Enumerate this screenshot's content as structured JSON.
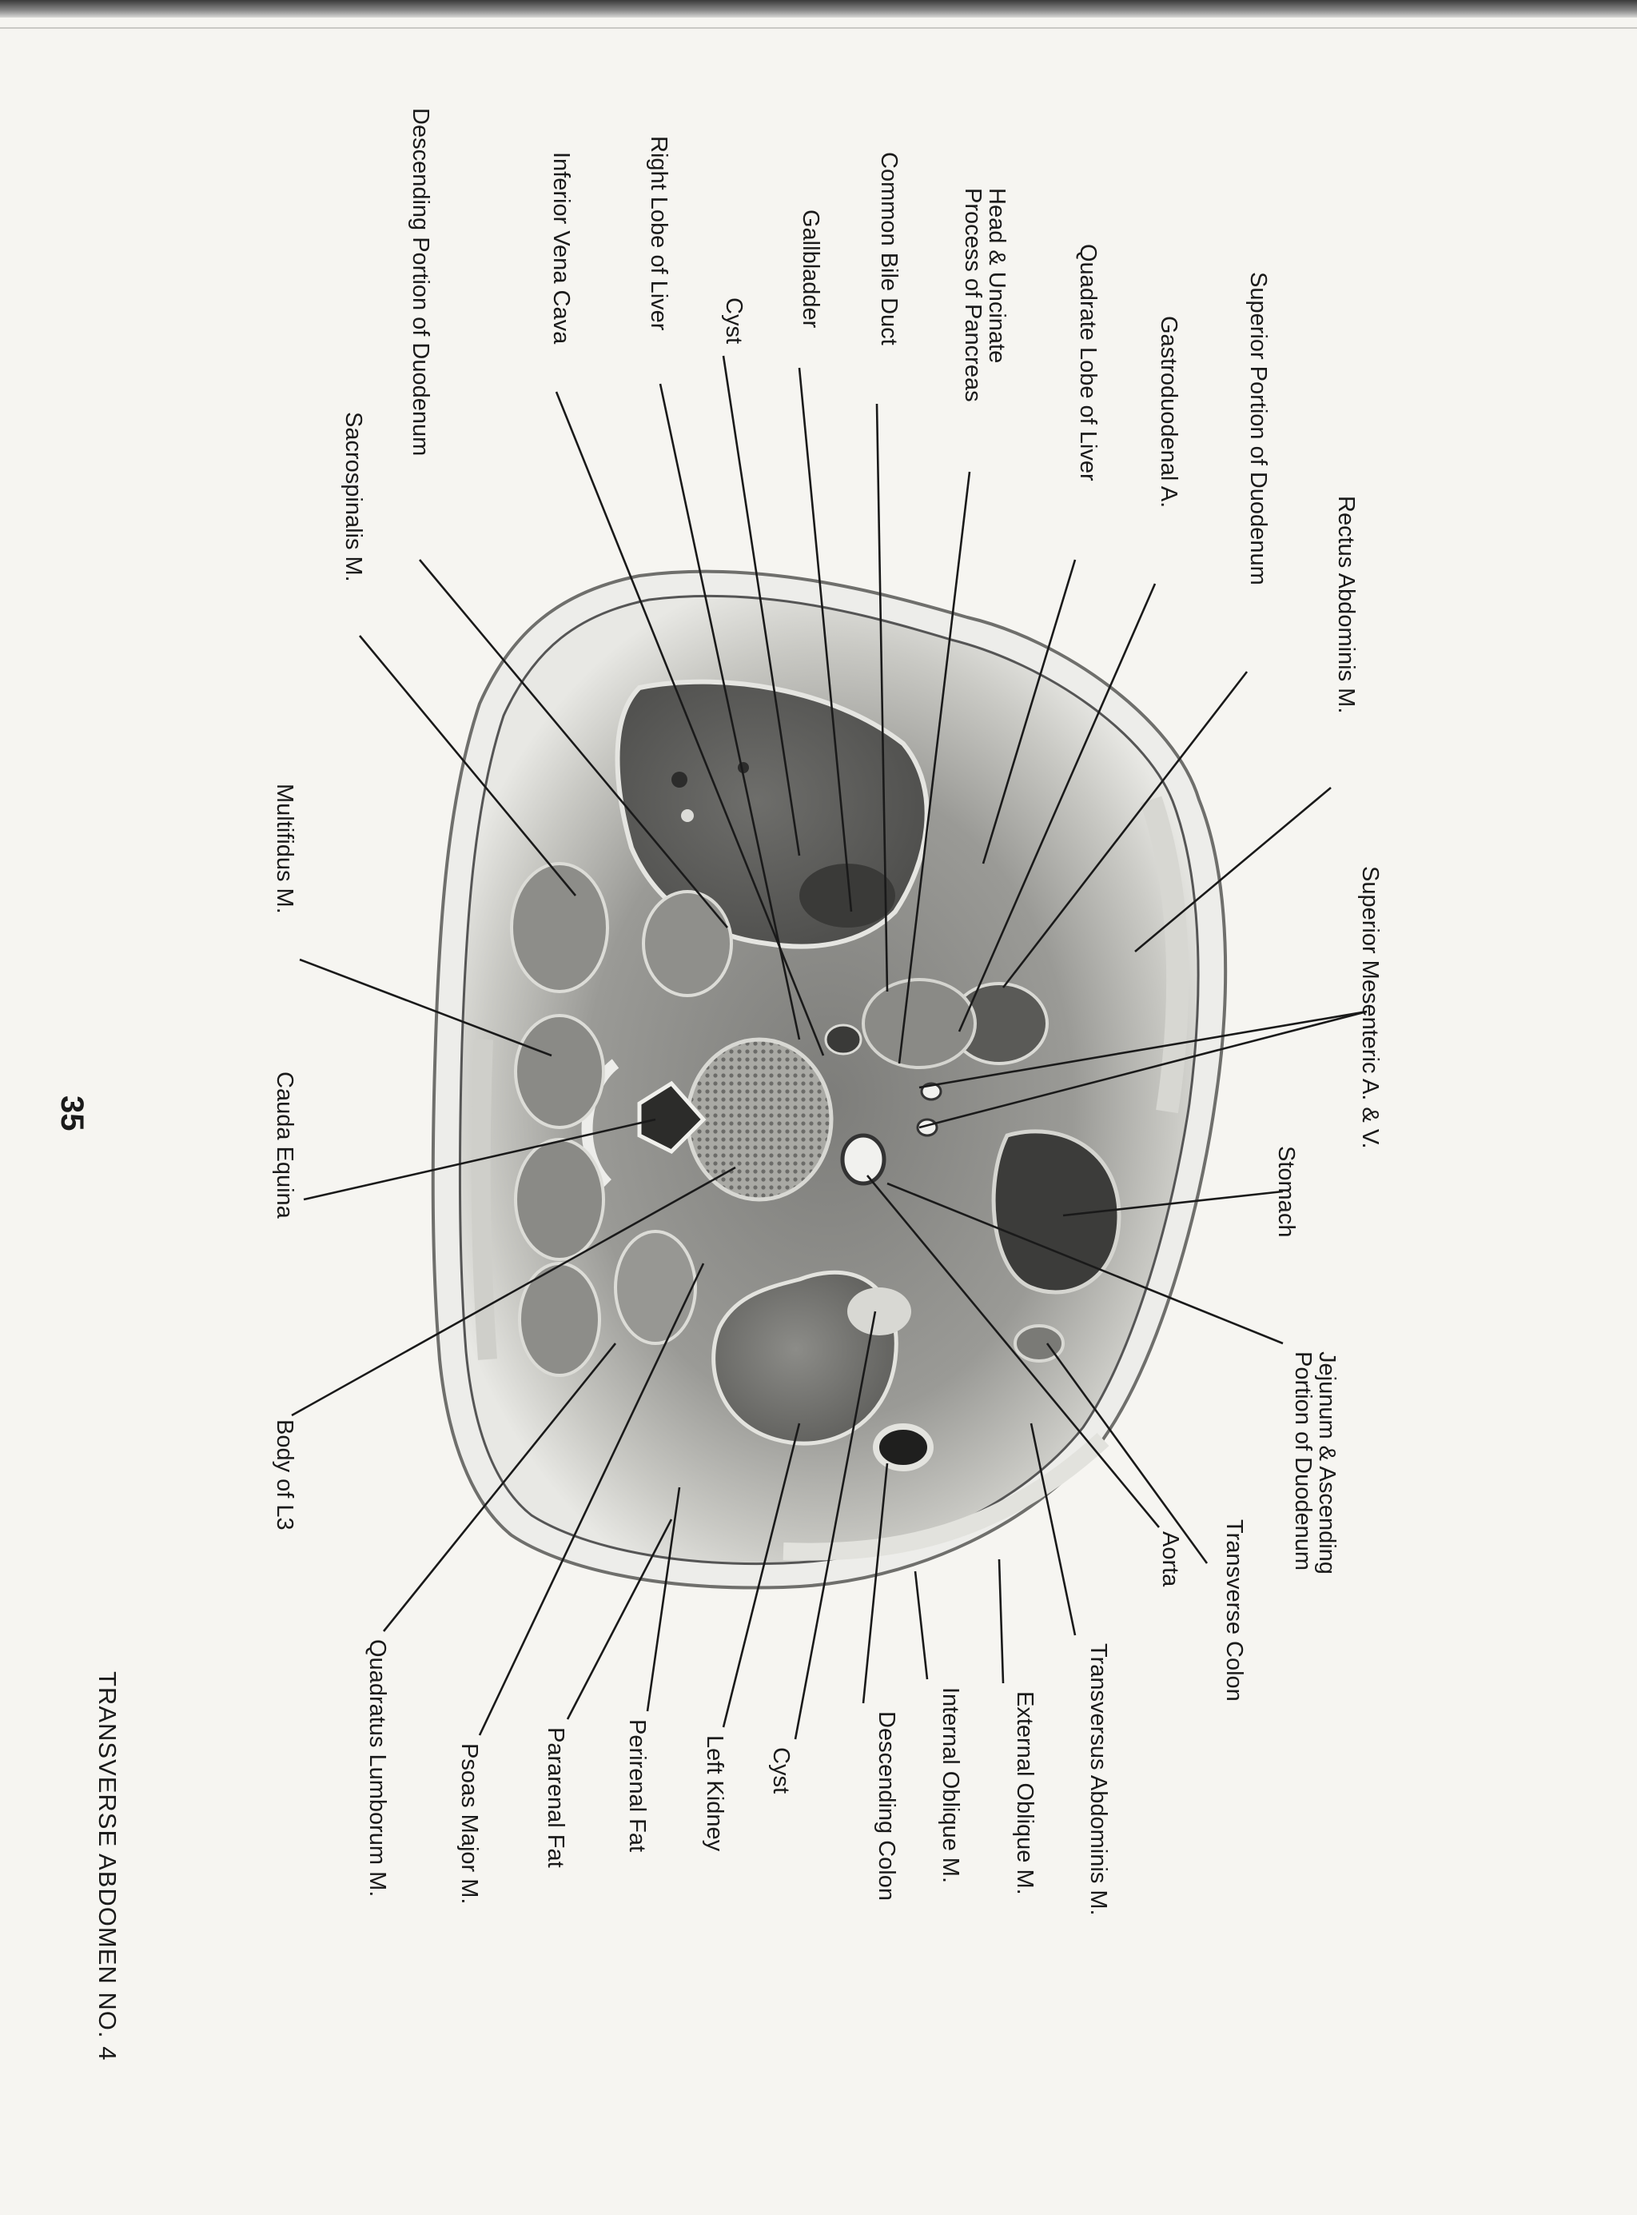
{
  "labels": {
    "rectus_abdominis": "Rectus Abdominis M.",
    "superior_portion_duodenum": "Superior Portion of Duodenum",
    "gastroduodenal_a": "Gastroduodenal A.",
    "quadrate_lobe": "Quadrate Lobe of Liver",
    "head_pancreas_1": "Head & Uncinate",
    "head_pancreas_2": "Process of Pancreas",
    "common_bile_duct": "Common Bile Duct",
    "gallbladder": "Gallbladder",
    "cyst_liver": "Cyst",
    "right_lobe_liver": "Right Lobe of Liver",
    "ivc": "Inferior Vena Cava",
    "descending_duodenum": "Descending Portion of Duodenum",
    "sacrospinalis": "Sacrospinalis M.",
    "superior_mesenteric": "Superior Mesenteric A. & V.",
    "stomach": "Stomach",
    "jejunum_1": "Jejunum & Ascending",
    "jejunum_2": "Portion of Duodenum",
    "transverse_colon": "Transverse Colon",
    "aorta": "Aorta",
    "transversus_abdominis": "Transversus Abdominis M.",
    "external_oblique": "External Oblique M.",
    "internal_oblique": "Internal Oblique M.",
    "descending_colon": "Descending Colon",
    "cyst_kidney": "Cyst",
    "left_kidney": "Left Kidney",
    "perirenal_fat": "Perirenal Fat",
    "pararenal_fat": "Pararenal Fat",
    "psoas_major": "Psoas Major M.",
    "quadratus_lumborum": "Quadratus Lumborum M.",
    "multifidus": "Multifidus M.",
    "cauda_equina": "Cauda Equina",
    "body_l3": "Body of L3"
  },
  "page_number": "35",
  "footer_title": "TRANSVERSE ABDOMEN NO. 4"
}
